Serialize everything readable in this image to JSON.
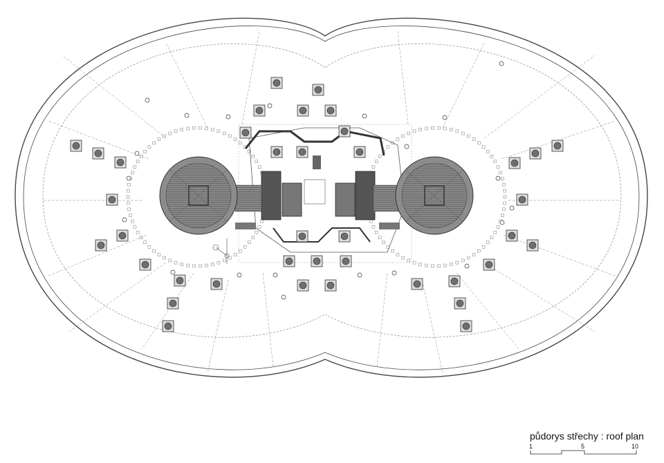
{
  "caption": "půdorys střechy : roof plan",
  "scale_bar": {
    "labels": [
      "1",
      "5",
      "10"
    ]
  },
  "legend_icons": {
    "skylight": "square-skylight-icon",
    "drain": "roof-drain-icon"
  },
  "colors": {
    "line": "#333333",
    "fill_dark": "#6f6f6f",
    "fill_mid": "#9a9a9a",
    "roof": "#f2f2f2"
  }
}
